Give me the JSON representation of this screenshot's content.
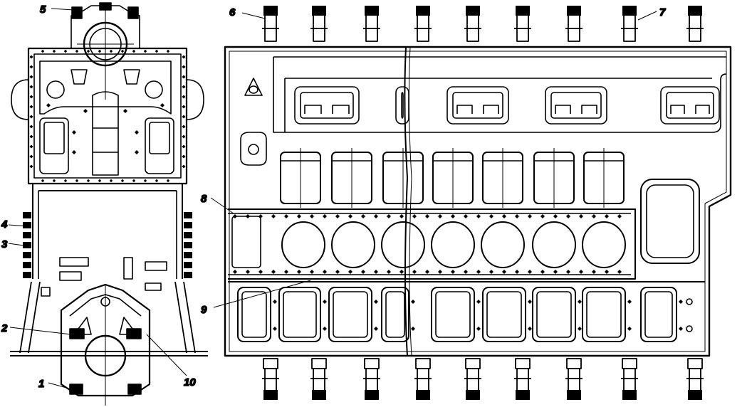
{
  "diagram": {
    "callouts": [
      {
        "id": "1",
        "label": "1"
      },
      {
        "id": "2",
        "label": "2"
      },
      {
        "id": "3",
        "label": "3"
      },
      {
        "id": "4",
        "label": "4"
      },
      {
        "id": "5",
        "label": "5"
      },
      {
        "id": "6",
        "label": "6"
      },
      {
        "id": "7",
        "label": "7"
      },
      {
        "id": "8",
        "label": "8"
      },
      {
        "id": "9",
        "label": "9"
      },
      {
        "id": "10",
        "label": "10"
      }
    ]
  },
  "colors": {
    "ink": "#000000",
    "paper": "#ffffff"
  }
}
